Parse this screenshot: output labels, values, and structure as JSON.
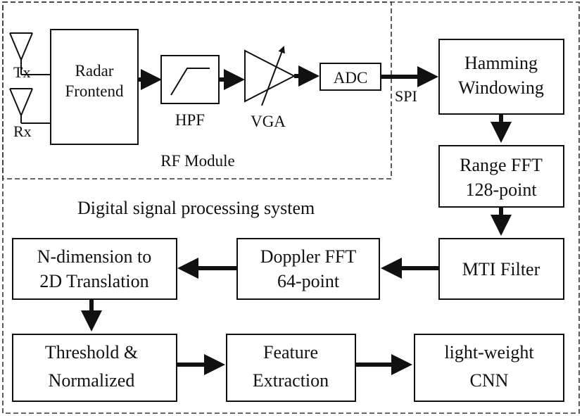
{
  "antennas": {
    "tx": "Tx",
    "rx": "Rx"
  },
  "rf_module": {
    "label": "RF Module",
    "radar_frontend": [
      "Radar",
      "Frontend"
    ],
    "hpf": "HPF",
    "vga": "VGA",
    "adc": "ADC"
  },
  "spi_label": "SPI",
  "dsp_label": "Digital signal processing system",
  "blocks": {
    "hamming": [
      "Hamming",
      "Windowing"
    ],
    "range_fft": [
      "Range FFT",
      "128-point"
    ],
    "mti": "MTI Filter",
    "doppler_fft": [
      "Doppler FFT",
      "64-point"
    ],
    "ndim": [
      "N-dimension to",
      "2D Translation"
    ],
    "threshold": [
      "Threshold &",
      "Normalized"
    ],
    "feature": [
      "Feature",
      "Extraction"
    ],
    "cnn": [
      "light-weight",
      "CNN"
    ]
  }
}
